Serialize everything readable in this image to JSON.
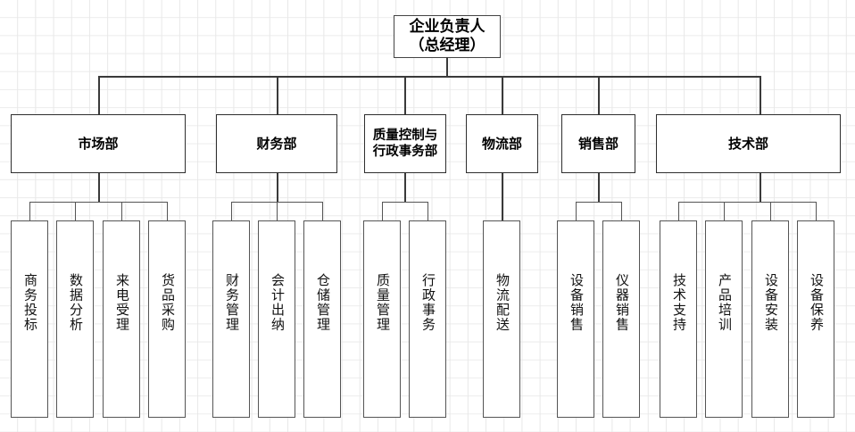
{
  "diagram": {
    "type": "organization-chart",
    "title_text": "",
    "background": "spreadsheet-grid",
    "colors": {
      "box_border": "#2e2e2e",
      "leaf_border": "#555555",
      "connector": "#3a3a3a",
      "grid": "#e8e8e8",
      "canvas": "#ffffff",
      "text": "#000000"
    }
  },
  "root": {
    "label": "企业负责人\n（总经理）",
    "line1": "企业负责人",
    "line2": "（总经理）"
  },
  "departments": [
    {
      "id": "marketing",
      "label": "市场部",
      "children": [
        {
          "label": "商务投标"
        },
        {
          "label": "数据分析"
        },
        {
          "label": "来电受理"
        },
        {
          "label": "货品采购"
        }
      ]
    },
    {
      "id": "finance",
      "label": "财务部",
      "children": [
        {
          "label": "财务管理"
        },
        {
          "label": "会计出纳"
        },
        {
          "label": "仓储管理"
        }
      ]
    },
    {
      "id": "quality-admin",
      "label": "质量控制与\n行政事务部",
      "line1": "质量控制与",
      "line2": "行政事务部",
      "children": [
        {
          "label": "质量管理"
        },
        {
          "label": "行政事务"
        }
      ]
    },
    {
      "id": "logistics",
      "label": "物流部",
      "children": [
        {
          "label": "物流配送"
        }
      ]
    },
    {
      "id": "sales",
      "label": "销售部",
      "children": [
        {
          "label": "设备销售"
        },
        {
          "label": "仪器销售"
        }
      ]
    },
    {
      "id": "technology",
      "label": "技术部",
      "children": [
        {
          "label": "技术支持"
        },
        {
          "label": "产品培训"
        },
        {
          "label": "设备安装"
        },
        {
          "label": "设备保养"
        }
      ]
    }
  ]
}
